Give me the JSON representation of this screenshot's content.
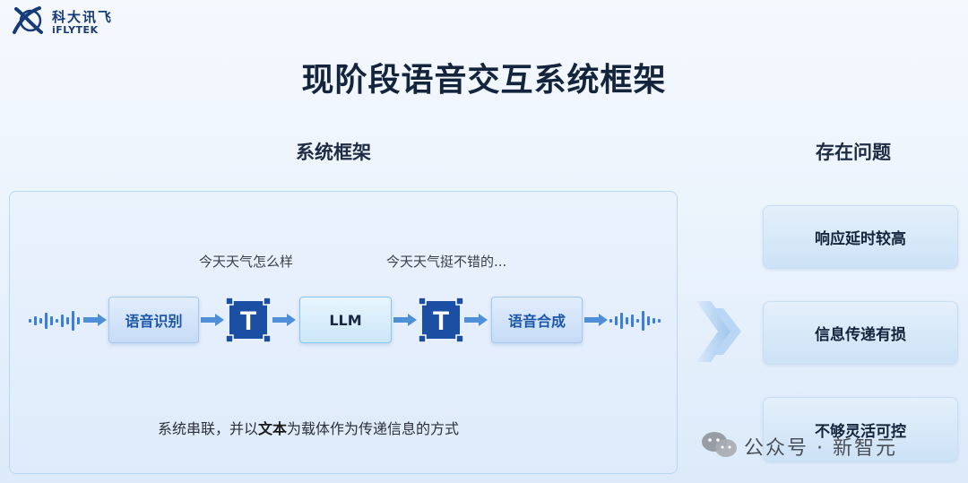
{
  "logo": {
    "cn": "科大讯飞",
    "en": "iFLYTEK",
    "icon": "iflytek-logo-mark"
  },
  "title": "现阶段语音交互系统框架",
  "left_section": {
    "heading": "系统框架",
    "queries": [
      "今天天气怎么样",
      "今天天气挺不错的..."
    ],
    "pipeline": {
      "asr": "语音识别",
      "token_1": "T",
      "llm": "LLM",
      "token_2": "T",
      "tts": "语音合成"
    },
    "note_before": "系统串联，并以",
    "note_emphasis": "文本",
    "note_after": "为载体作为传递信息的方式"
  },
  "right_section": {
    "heading": "存在问题",
    "issues": [
      "响应延时较高",
      "信息传递有损",
      "不够灵活可控"
    ]
  },
  "watermark": {
    "text": "公众号 · 新智元",
    "icon": "wechat-icon"
  },
  "colors": {
    "token_blue": "#1a4fa3",
    "arrow_blue": "#4f8fd8",
    "title_dark": "#15243d"
  }
}
